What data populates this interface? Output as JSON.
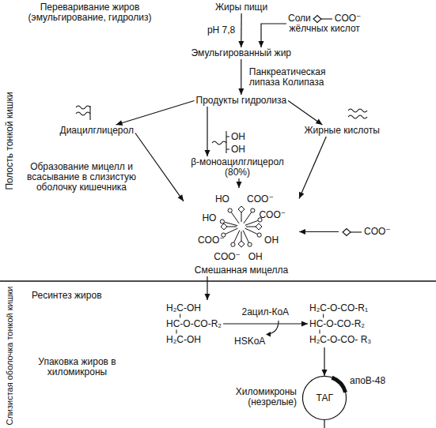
{
  "diagram": {
    "nodes": [
      {
        "text": [
          "Жиры пищи"
        ]
      },
      {
        "text": [
          "Соли",
          "COO⁻",
          "жёлчных кислот"
        ]
      },
      {
        "text": [
          "Эмульгированный жир"
        ]
      },
      {
        "text": [
          "Продукты гидролиза"
        ]
      },
      {
        "text": [
          "Диацилглицерол"
        ]
      },
      {
        "text": [
          "β-моноацилглицерол (80%)"
        ]
      },
      {
        "text": [
          "Жирные кислоты"
        ]
      },
      {
        "text": [
          "Смешанная мицелла"
        ]
      },
      {
        "text": [
          "COO⁻"
        ]
      },
      {
        "text": [
          "H₂C-OH",
          "HC-O-CO-R₂",
          "H₂C-OH"
        ]
      },
      {
        "text": [
          "H₂C-O-CO-R₁",
          "HC-O-CO-R₂",
          "H₂C-O-CO- R₃"
        ]
      },
      {
        "text": [
          "ТАГ",
          "апоВ-48",
          "Хиломикроны (незрелые)"
        ]
      }
    ],
    "edges": [
      {
        "from": 0,
        "to": 2,
        "arrow": "to",
        "label": "pH 7,8"
      },
      {
        "from": 1,
        "to": 2,
        "arrow": "to"
      },
      {
        "from": 2,
        "to": 3,
        "arrow": "to",
        "label": "Панкреатическая липаза Колипаза"
      },
      {
        "from": 3,
        "to": 4,
        "arrow": "to"
      },
      {
        "from": 3,
        "to": 5,
        "arrow": "to"
      },
      {
        "from": 3,
        "to": 6,
        "arrow": "to"
      },
      {
        "from": 4,
        "to": 7,
        "arrow": "to"
      },
      {
        "from": 5,
        "to": 7,
        "arrow": "to"
      },
      {
        "from": 6,
        "to": 7,
        "arrow": "to"
      },
      {
        "from": 8,
        "to": 7,
        "arrow": "to"
      },
      {
        "from": 7,
        "to": 9,
        "arrow": "to"
      },
      {
        "from": 9,
        "to": 10,
        "arrow": "to",
        "label": "2ацил-КоА"
      },
      {
        "from": 10,
        "to": 11,
        "arrow": "to"
      }
    ],
    "labels": [
      "Переваривание жиров (эмульгирование, гидролиз)",
      "Полость тонкой кишки",
      "Образование мицелл и всасывание в слизистую оболочку кишечника",
      "OH",
      "OH",
      "HO",
      "HO",
      "COO⁻",
      "COO⁻",
      "OH",
      "OH",
      "COO⁻",
      "COO⁻",
      "HSKoA",
      "Слизистая оболочка тонкой кишки",
      "Ресинтез жиров",
      "Упаковка жиров в хиломикроны"
    ]
  }
}
